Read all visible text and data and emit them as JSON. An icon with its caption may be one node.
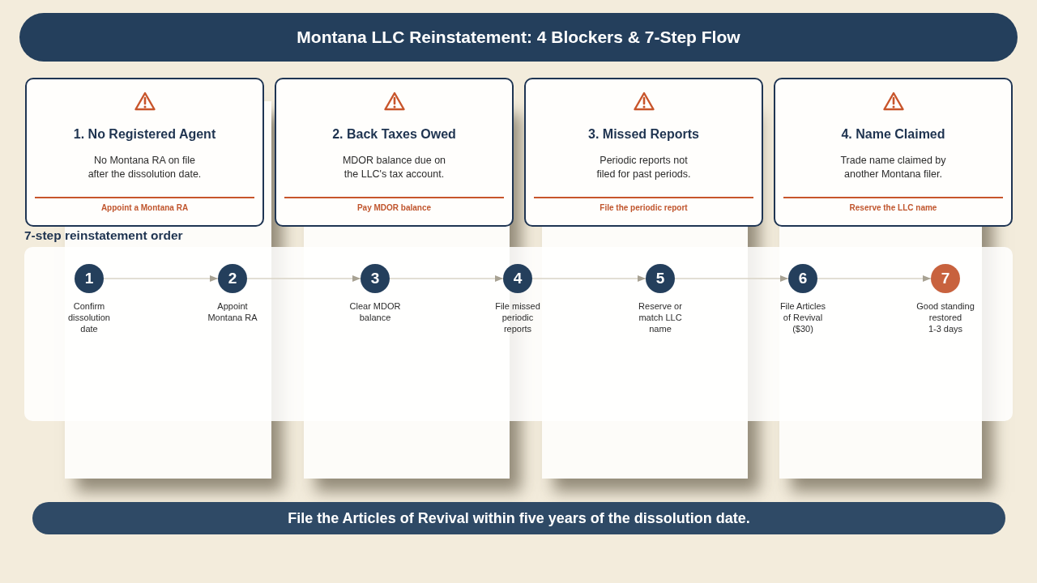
{
  "diagram": {
    "title": "Montana LLC Reinstatement: 4 Blockers & 7-Step Flow",
    "caption": "File the Articles of Revival within five years of the dissolution date.",
    "nodes": [
      {
        "text": [
          "1. No Registered Agent",
          "No Montana RA on file after the dissolution date.",
          "Appoint a Montana RA"
        ]
      },
      {
        "text": [
          "2. Back Taxes Owed",
          "MDOR balance due on the LLC's tax account.",
          "Pay MDOR balance"
        ]
      },
      {
        "text": [
          "3. Missed Reports",
          "Periodic reports not filed for past periods.",
          "File the periodic report"
        ]
      },
      {
        "text": [
          "4. Name Claimed",
          "Trade name claimed by another Montana filer.",
          "Reserve the LLC name"
        ]
      },
      {
        "text": [
          "7-step reinstatement order"
        ]
      },
      {
        "text": [
          "1"
        ],
        "beside": [
          "Confirm dissolution date"
        ],
        "in": 4
      },
      {
        "text": [
          "2"
        ],
        "beside": [
          "Appoint Montana RA"
        ],
        "in": 4
      },
      {
        "text": [
          "3"
        ],
        "beside": [
          "Clear MDOR balance"
        ],
        "in": 4
      },
      {
        "text": [
          "4"
        ],
        "beside": [
          "File missed periodic reports"
        ],
        "in": 4
      },
      {
        "text": [
          "5"
        ],
        "beside": [
          "Reserve or match LLC name"
        ],
        "in": 4
      },
      {
        "text": [
          "6"
        ],
        "beside": [
          "File Articles of Revival ($30)"
        ],
        "in": 4
      },
      {
        "text": [
          "7"
        ],
        "beside": [
          "Good standing restored 1-3 days"
        ],
        "in": 4
      }
    ],
    "edges": [
      {
        "from": 5,
        "to": 6,
        "arrow": "to"
      },
      {
        "from": 6,
        "to": 7,
        "arrow": "to"
      },
      {
        "from": 7,
        "to": 8,
        "arrow": "to"
      },
      {
        "from": 8,
        "to": 9,
        "arrow": "to"
      },
      {
        "from": 9,
        "to": 10,
        "arrow": "to"
      },
      {
        "from": 10,
        "to": 11,
        "arrow": "to"
      }
    ]
  }
}
